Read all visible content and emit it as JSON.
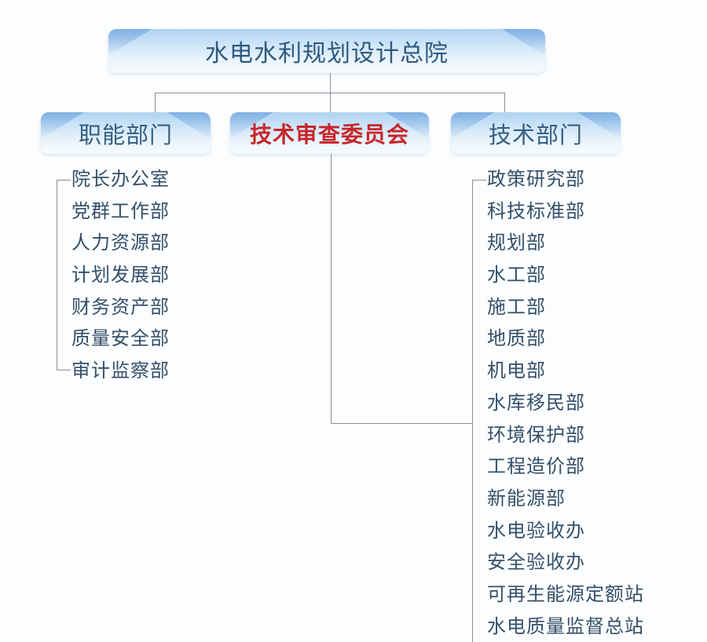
{
  "org_chart": {
    "root": {
      "label": "水电水利规划设计总院"
    },
    "branches": [
      {
        "label": "职能部门",
        "highlight": false,
        "children": [
          "院长办公室",
          "党群工作部",
          "人力资源部",
          "计划发展部",
          "财务资产部",
          "质量安全部",
          "审计监察部"
        ]
      },
      {
        "label": "技术审查委员会",
        "highlight": true,
        "children": []
      },
      {
        "label": "技术部门",
        "highlight": false,
        "children": [
          "政策研究部",
          "科技标准部",
          "规划部",
          "水工部",
          "施工部",
          "地质部",
          "机电部",
          "水库移民部",
          "环境保护部",
          "工程造价部",
          "新能源部",
          "水电验收办",
          "安全验收办",
          "可再生能源定额站",
          "水电质量监督总站"
        ]
      }
    ],
    "colors": {
      "box_gradient_top": "#aed2f3",
      "box_gradient_bottom": "#f6fbff",
      "box_text": "#365f83",
      "highlight_text": "#c8262a",
      "list_text": "#34506a",
      "connector": "#8a9096"
    }
  }
}
